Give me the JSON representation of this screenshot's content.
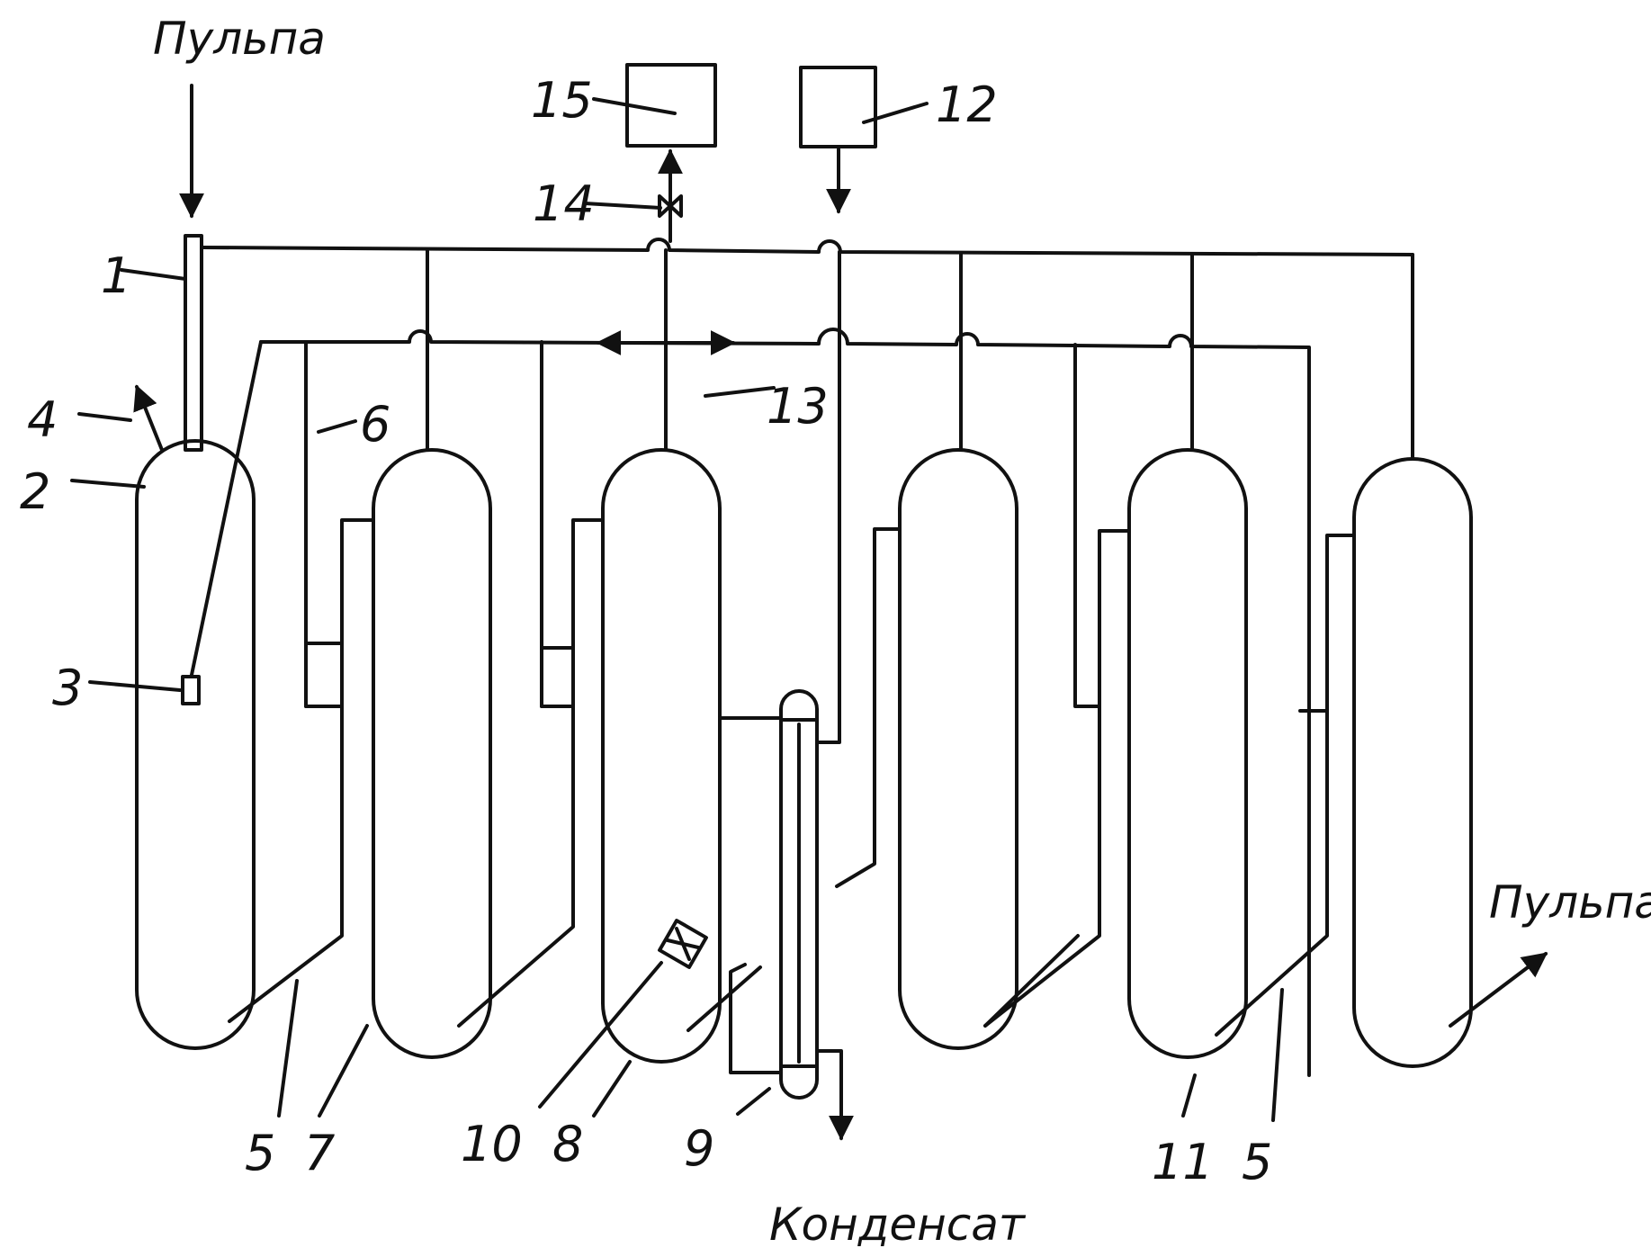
{
  "labels": {
    "pulp_in": "Пульпа",
    "pulp_out": "Пульпа",
    "condensate": "Конденсат"
  },
  "callouts": {
    "n1": "1",
    "n2": "2",
    "n3": "3",
    "n4": "4",
    "n5a": "5",
    "n5b": "5",
    "n6": "6",
    "n7": "7",
    "n8": "8",
    "n9": "9",
    "n10": "10",
    "n11": "11",
    "n12": "12",
    "n13": "13",
    "n14": "14",
    "n15": "15"
  },
  "colors": {
    "ink": "#111111",
    "paper": "#ffffff"
  }
}
